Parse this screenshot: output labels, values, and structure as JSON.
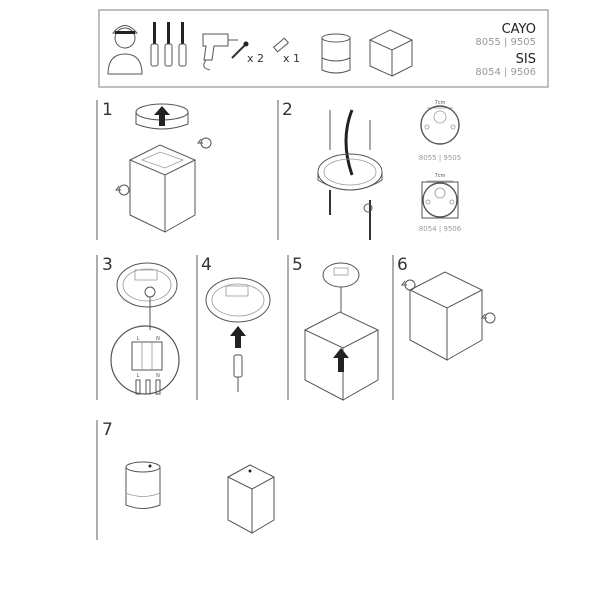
{
  "header": {
    "products": [
      {
        "name": "CAYO",
        "codes": "8055 | 9505"
      },
      {
        "name": "SIS",
        "codes": "8054 | 9506"
      }
    ],
    "tools": [
      {
        "icon": "installer-person-icon"
      },
      {
        "icon": "screwdrivers-icon"
      },
      {
        "icon": "drill-icon"
      },
      {
        "icon": "screw-icon",
        "quantity": "x 2"
      },
      {
        "icon": "wall-plug-icon",
        "quantity": "x 1"
      }
    ]
  },
  "steps": [
    {
      "number": "1"
    },
    {
      "number": "2",
      "dimension": "7cm",
      "models": [
        "8055 | 9505",
        "8054 | 9506"
      ]
    },
    {
      "number": "3",
      "terminals": [
        "L",
        "N",
        "L",
        "N"
      ]
    },
    {
      "number": "4"
    },
    {
      "number": "5"
    },
    {
      "number": "6"
    },
    {
      "number": "7"
    }
  ]
}
